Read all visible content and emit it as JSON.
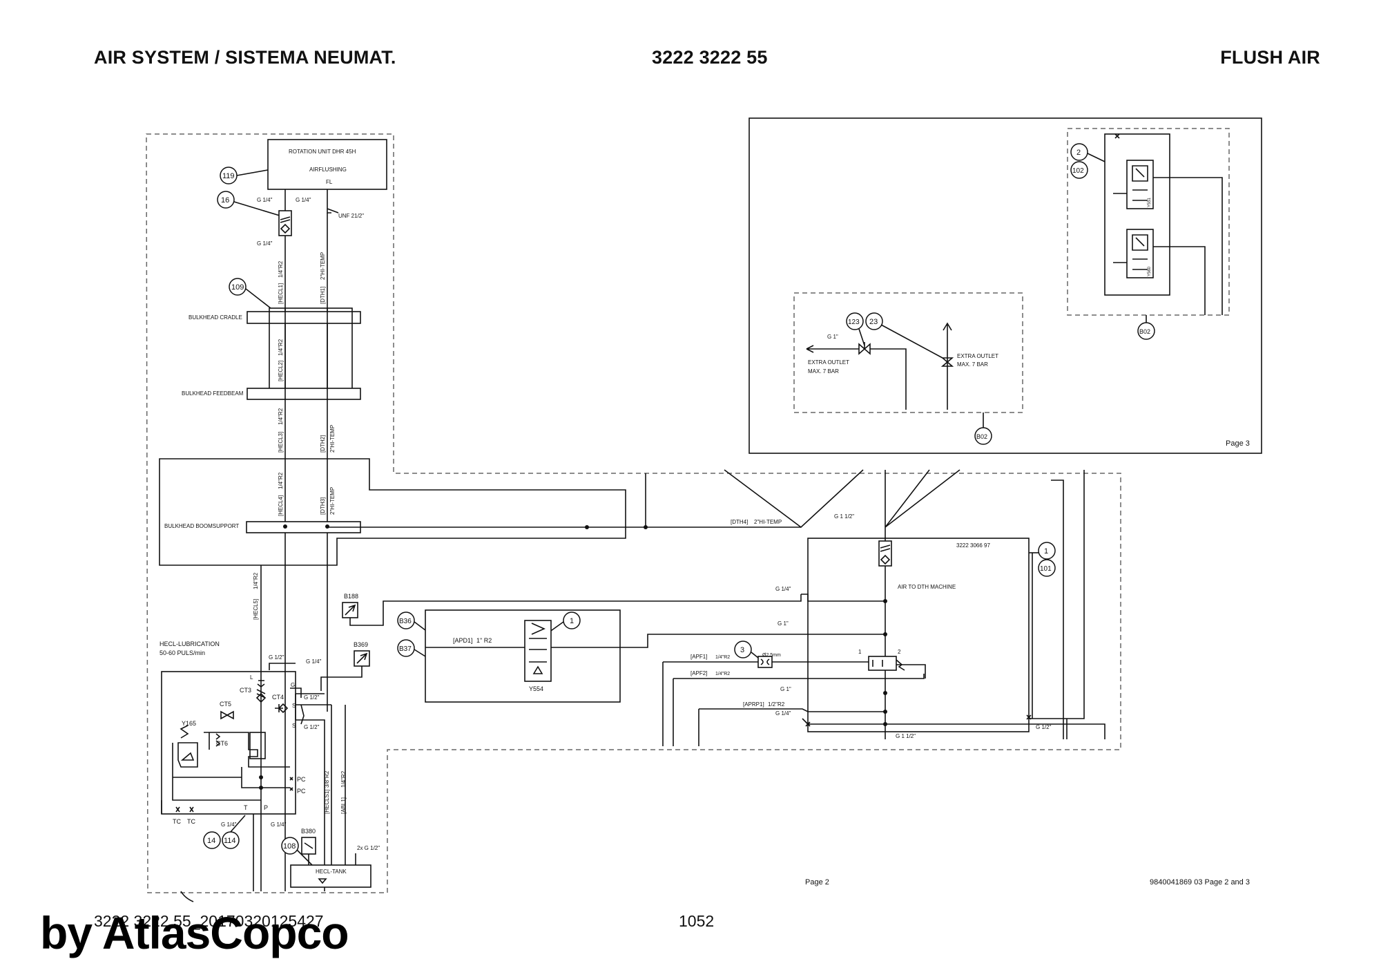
{
  "header": {
    "left": "AIR SYSTEM / SISTEMA NEUMAT.",
    "center": "3222 3222 55",
    "right": "FLUSH AIR"
  },
  "footer": {
    "code": "3222 3222 55_20170320125427",
    "page": "1052",
    "watermark": "by AtlasCopco"
  },
  "labels": {
    "rotation_unit": "ROTATION UNIT DHR 45H",
    "airflushing": "AIRFLUSHING",
    "fl": "FL",
    "g14": "G 1/4\"",
    "unf": "UNF 21/2\"",
    "r14": "1/4\"R2",
    "hi_temp": "2\"HI-TEMP",
    "hecl1": "[HECL1]",
    "hecl2": "[HECL2]",
    "hecl3": "[HECL3]",
    "hecl4": "[HECL4]",
    "hecl5": "[HECL5]",
    "dth1": "[DTH1]",
    "dth2": "[DTH2]",
    "dth3": "[DTH3]",
    "dth4": "[DTH4]",
    "bulkhead_cradle": "BULKHEAD CRADLE",
    "bulkhead_feedbeam": "BULKHEAD FEEDBEAM",
    "bulkhead_boomsupport": "BULKHEAD BOOMSUPPORT",
    "hecl_lubrication": "HECL-LUBRICATION",
    "puls": "50-60 PULS/min",
    "g12": "G 1/2\"",
    "ct3": "CT3",
    "ct4": "CT4",
    "ct5": "CT5",
    "ct6": "CT6",
    "y165": "Y165",
    "l": "L",
    "g": "G",
    "s": "S",
    "pc": "PC",
    "t": "T",
    "p": "P",
    "tc": "TC",
    "b380": "B380",
    "hecl_tank": "HECL-TANK",
    "r38": "3/8\"R2",
    "hecls1": "[HECLS1]",
    "abl1": "[ABL1]",
    "g2x12": "2x G 1/2\"",
    "b188": "B188",
    "b369": "B369",
    "apd1": "[APD1]",
    "r1": "1\" R2",
    "y554": "Y554",
    "g1": "G 1\"",
    "g112": "G 1 1/2\"",
    "part_no": "3222 3066 97",
    "air_to_dth": "AIR TO DTH MACHINE",
    "apf1": "[APF1]",
    "apf2": "[APF2]",
    "aprp1": "[APRP1]",
    "r14b": "1/4\"R2",
    "r12": "1/2\"R2",
    "orifice": "Ø2.5mm",
    "port1": "1",
    "port2": "2",
    "extra_outlet": "EXTRA OUTLET",
    "max7": "MAX. 7 BAR",
    "b02": "B02",
    "y551": "Y551",
    "y560": "Y560",
    "page3": "Page 3",
    "page2": "Page 2",
    "docref": "9840041869 03 Page 2 and 3"
  },
  "callouts": {
    "c119": "119",
    "c16": "16",
    "c109": "109",
    "c14": "14",
    "c114": "114",
    "c108": "108",
    "cb36": "B36",
    "cb37": "B37",
    "c1": "1",
    "c3": "3",
    "c101": "101",
    "c2": "2",
    "c102": "102",
    "c123": "123",
    "c23": "23",
    "cb02a": "B02",
    "cb02b": "B02"
  }
}
